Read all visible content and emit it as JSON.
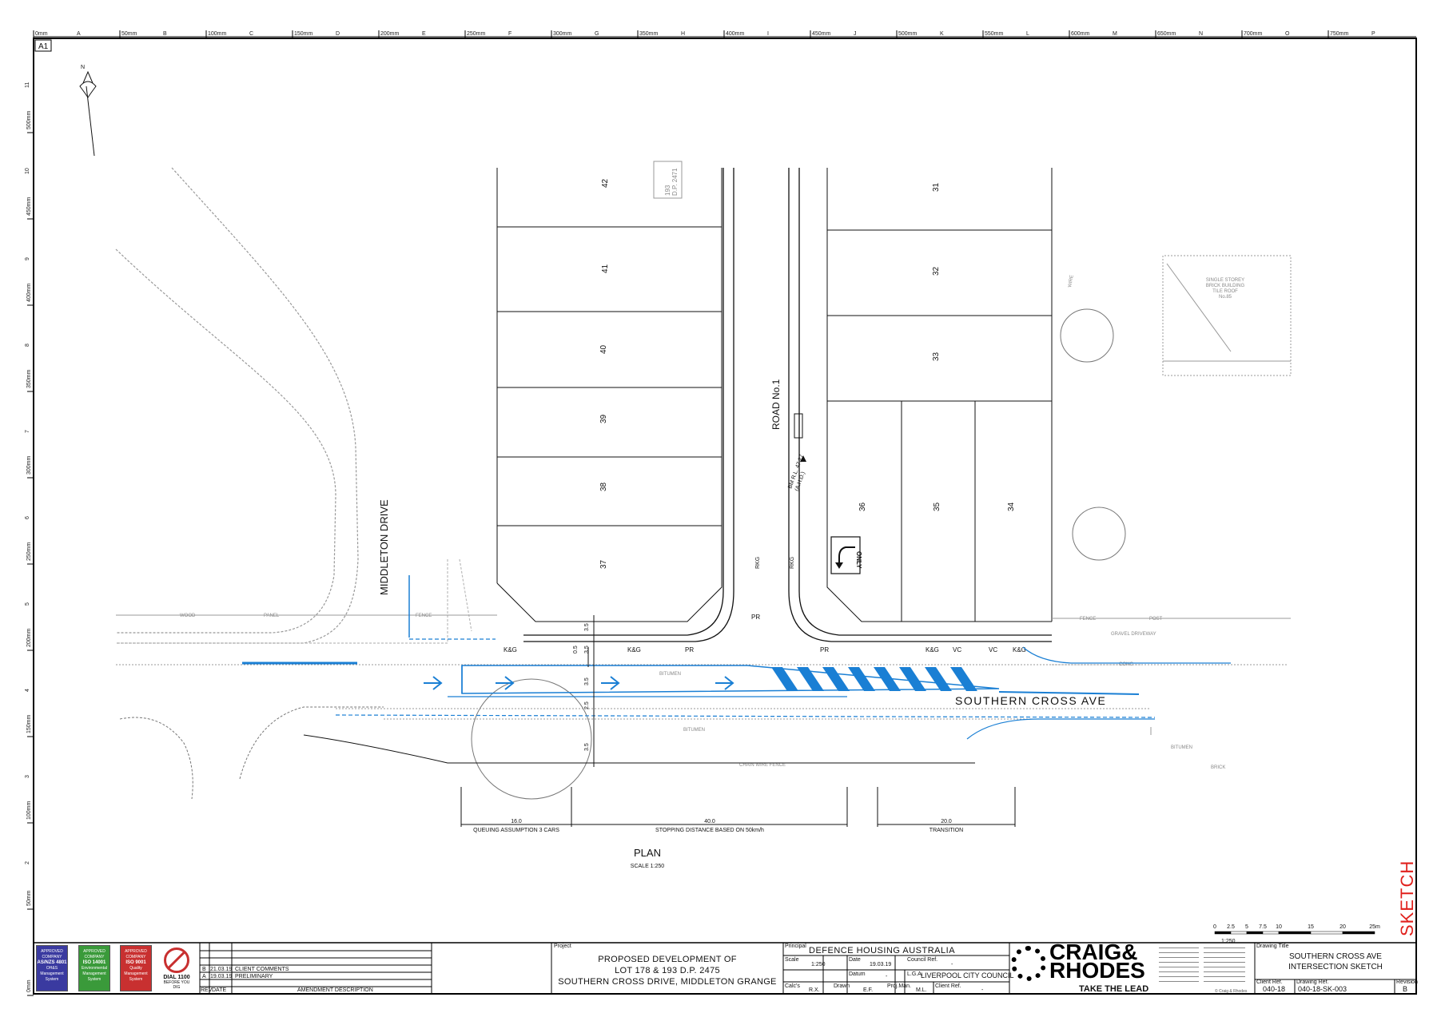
{
  "sheet": {
    "size": "A1",
    "ruler_mm": [
      "0mm",
      "50mm",
      "100mm",
      "150mm",
      "200mm",
      "250mm",
      "300mm",
      "350mm",
      "400mm",
      "450mm",
      "500mm",
      "550mm",
      "600mm",
      "650mm",
      "700mm",
      "750mm"
    ],
    "ruler_letters": [
      "A",
      "B",
      "C",
      "D",
      "E",
      "F",
      "G",
      "H",
      "I",
      "J",
      "K",
      "L",
      "M",
      "N",
      "O",
      "P"
    ],
    "ruler_numbers": [
      "11",
      "10",
      "9",
      "8",
      "7",
      "6",
      "5",
      "4",
      "3",
      "2"
    ],
    "ruler_side_mm": [
      "500mm",
      "450mm",
      "400mm",
      "350mm",
      "300mm",
      "250mm",
      "200mm",
      "150mm",
      "100mm",
      "50mm",
      "0mm"
    ],
    "north": "N"
  },
  "plan": {
    "lots_left": [
      "42",
      "41",
      "40",
      "39",
      "38",
      "37"
    ],
    "lots_right": [
      "31",
      "32",
      "33",
      "36",
      "35",
      "34"
    ],
    "lot_ref": "193\nD.P. 2471",
    "road_name": "ROAD No.1",
    "street_left": "MIDDLETON DRIVE",
    "street_main": "SOUTHERN CROSS AVE",
    "bm_label": "BM R.L. 47.27\n(A.H.D.)",
    "only_sign": "ONLY",
    "kerb_labels": [
      "K&G",
      "K&G",
      "PR",
      "PR",
      "PR",
      "K&G",
      "VC",
      "VC",
      "K&G"
    ],
    "rkg": [
      "RKG",
      "RKG"
    ],
    "fence": "FENCE",
    "post": "POST",
    "wood_panel": [
      "WOOD",
      "PANEL"
    ],
    "gravel_driveway": "GRAVEL DRIVEWAY",
    "conc": "CONC",
    "bitumen": "BITUMEN",
    "chain_wire_fence": "CHAIN WIRE FENCE",
    "brick": "BRICK",
    "building_note": "SINGLE STOREY\nBRICK BUILDING\nTILE ROOF\nNo.85",
    "wire": "WIRE",
    "dims_vertical": [
      "3.5",
      "0.5",
      "3.5",
      "3.5",
      "2.5",
      "3.5"
    ],
    "dim_queuing_value": "16.0",
    "dim_queuing_label": "QUEUING ASSUMPTION 3 CARS",
    "dim_stopping_value": "40.0",
    "dim_stopping_label": "STOPPING DISTANCE BASED ON 50km/h",
    "dim_transition_value": "20.0",
    "dim_transition_label": "TRANSITION",
    "title": "PLAN",
    "scale": "SCALE 1:250"
  },
  "scale_bar": {
    "ticks": [
      "0",
      "2.5",
      "5",
      "7.5",
      "10",
      "15",
      "20",
      "25m"
    ],
    "ratio": "1:250"
  },
  "stamp": "SKETCH",
  "title_block": {
    "badges": [
      {
        "head": "APPROVED COMPANY",
        "std": "AS/NZS 4801",
        "sub": "OH&S Management System",
        "color": "#3a3aa0"
      },
      {
        "head": "APPROVED COMPANY",
        "std": "ISO 14001",
        "sub": "Environmental Management System",
        "color": "#3a9a3a"
      },
      {
        "head": "APPROVED COMPANY",
        "std": "ISO 9001",
        "sub": "Quality Management System",
        "color": "#c83030"
      }
    ],
    "dial_text": "DIAL 1100",
    "dial_sub": "BEFORE YOU DIG",
    "revisions": [
      {
        "rev": "B",
        "date": "21.03.19",
        "desc": "CLIENT COMMENTS"
      },
      {
        "rev": "A",
        "date": "19.03.19",
        "desc": "PRELIMINARY"
      }
    ],
    "rev_headers": {
      "rev": "REV",
      "date": "DATE",
      "desc": "AMENDMENT DESCRIPTION"
    },
    "project_label": "Project",
    "project_lines": [
      "PROPOSED DEVELOPMENT OF",
      "LOT 178 & 193 D.P. 2475",
      "SOUTHERN CROSS DRIVE, MIDDLETON GRANGE"
    ],
    "principal_label": "Principal",
    "principal": "DEFENCE HOUSING AUSTRALIA",
    "scale_label": "Scale",
    "scale": "1:250",
    "date_label": "Date",
    "date": "19.03.19",
    "council_ref_label": "Council Ref.",
    "council_ref": "-",
    "datum_label": "Datum",
    "datum": "-",
    "lga_label": "L.G.A.",
    "lga": "LIVERPOOL CITY COUNCIL",
    "calcs_label": "Calc's",
    "calcs": "R.X.",
    "drawn_label": "Drawn",
    "drawn": "E.F.",
    "projman_label": "Proj.Man.",
    "projman": "M.L.",
    "client_ref_label": "Client Ref.",
    "client_ref": "-",
    "company_line1": "CRAIG&",
    "company_line2": "RHODES",
    "company_tagline": "TAKE THE LEAD",
    "company_copyright": "© Craig & Rhodes",
    "drawing_title_label": "Drawing Title",
    "drawing_title": "SOUTHERN CROSS AVE\nINTERSECTION SKETCH",
    "client_ref_no_label": "Client Ref.",
    "client_ref_no": "040-18",
    "drawing_ref_label": "Drawing Ref.",
    "drawing_ref": "040-18-SK-003",
    "revision_label": "Revision",
    "revision": "B"
  },
  "colors": {
    "markings": "#1a7fd4",
    "sketch": "#e0201c",
    "linework": "#111111"
  }
}
